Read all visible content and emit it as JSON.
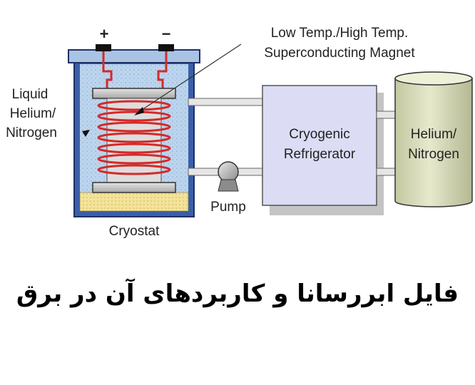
{
  "diagram": {
    "labels": {
      "plus": "+",
      "minus": "−",
      "magnet_line1": "Low Temp./High Temp.",
      "magnet_line2": "Superconducting Magnet",
      "liquid_line1": "Liquid",
      "liquid_line2": "Helium/",
      "liquid_line3": "Nitrogen",
      "cryostat": "Cryostat",
      "pump": "Pump",
      "refrigerator_line1": "Cryogenic",
      "refrigerator_line2": "Refrigerator",
      "tank_line1": "Helium/",
      "tank_line2": "Nitrogen"
    },
    "colors": {
      "cryostat_wall": "#3a5fa8",
      "cryostat_fill": "#bfd7f0",
      "coil": "#d42a2a",
      "wire": "#d42a2a",
      "refrigerator_fill": "#dcdcf5",
      "tank_fill": "#d8dcb8",
      "insulation": "#f0e19a"
    }
  },
  "footer": {
    "title": "فایل ابررسانا و کاربردهای آن در برق"
  }
}
